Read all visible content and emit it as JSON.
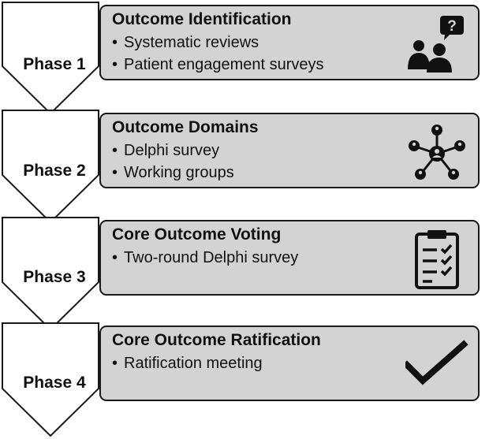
{
  "phases": [
    {
      "label": "Phase 1",
      "title": "Outcome Identification",
      "bullets": [
        "Systematic reviews",
        "Patient engagement surveys"
      ],
      "icon": "people-question-icon"
    },
    {
      "label": "Phase 2",
      "title": "Outcome Domains",
      "bullets": [
        "Delphi survey",
        "Working groups"
      ],
      "icon": "network-people-icon"
    },
    {
      "label": "Phase 3",
      "title": "Core Outcome Voting",
      "bullets": [
        "Two-round Delphi survey"
      ],
      "icon": "clipboard-checklist-icon"
    },
    {
      "label": "Phase 4",
      "title": "Core Outcome Ratification",
      "bullets": [
        "Ratification meeting"
      ],
      "icon": "checkmark-icon"
    }
  ],
  "colors": {
    "box_fill": "#d3d3d3",
    "outline": "#1a1a1a",
    "text": "#111111",
    "background": "#ffffff"
  }
}
